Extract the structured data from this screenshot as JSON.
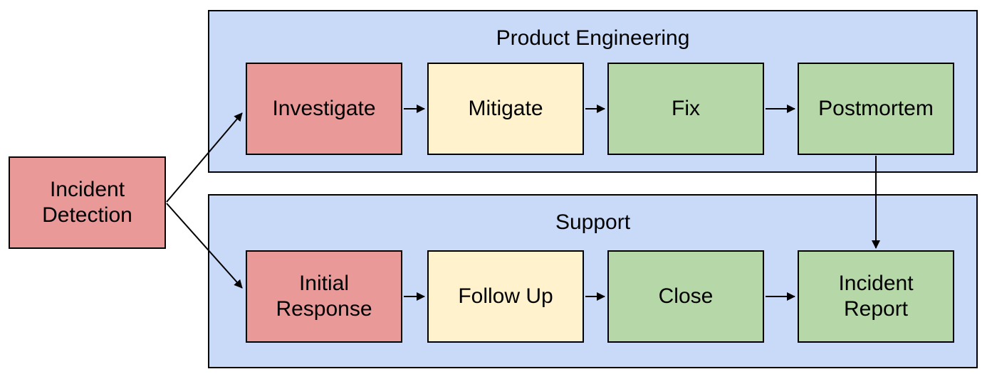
{
  "diagram": {
    "background_color": "#ffffff",
    "line_color": "#000000",
    "node_colors": {
      "red": "#ea9999",
      "yellow": "#fff2cc",
      "green": "#b6d7a8",
      "container_blue": "#c9daf8"
    },
    "start": {
      "label": "Incident\nDetection",
      "color": "#ea9999"
    },
    "groups": [
      {
        "title": "Product Engineering",
        "fill": "#c9daf8",
        "nodes": [
          {
            "label": "Investigate",
            "color": "#ea9999"
          },
          {
            "label": "Mitigate",
            "color": "#fff2cc"
          },
          {
            "label": "Fix",
            "color": "#b6d7a8"
          },
          {
            "label": "Postmortem",
            "color": "#b6d7a8"
          }
        ]
      },
      {
        "title": "Support",
        "fill": "#c9daf8",
        "nodes": [
          {
            "label": "Initial\nResponse",
            "color": "#ea9999"
          },
          {
            "label": "Follow Up",
            "color": "#fff2cc"
          },
          {
            "label": "Close",
            "color": "#b6d7a8"
          },
          {
            "label": "Incident\nReport",
            "color": "#b6d7a8"
          }
        ]
      }
    ],
    "edges": [
      {
        "from": "Incident Detection",
        "to": "Investigate"
      },
      {
        "from": "Incident Detection",
        "to": "Initial Response"
      },
      {
        "from": "Investigate",
        "to": "Mitigate"
      },
      {
        "from": "Mitigate",
        "to": "Fix"
      },
      {
        "from": "Fix",
        "to": "Postmortem"
      },
      {
        "from": "Postmortem",
        "to": "Incident Report"
      },
      {
        "from": "Initial Response",
        "to": "Follow Up"
      },
      {
        "from": "Follow Up",
        "to": "Close"
      },
      {
        "from": "Close",
        "to": "Incident Report"
      }
    ]
  }
}
